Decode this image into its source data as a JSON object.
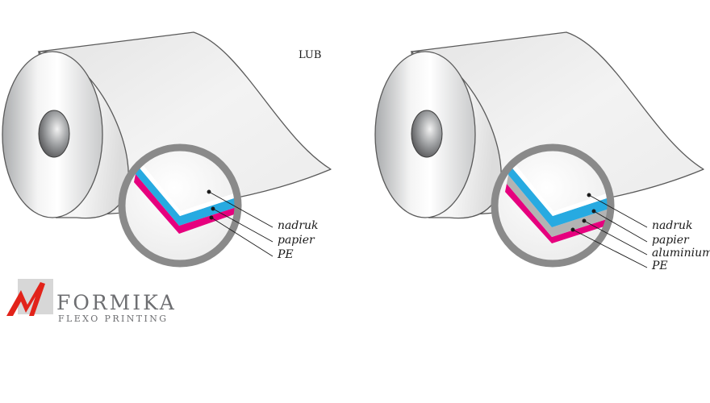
{
  "or_label": "LUB",
  "left_roll": {
    "layers": [
      {
        "label": "nadruk"
      },
      {
        "label": "papier"
      },
      {
        "label": "PE"
      }
    ]
  },
  "right_roll": {
    "layers": [
      {
        "label": "nadruk"
      },
      {
        "label": "papier"
      },
      {
        "label": "aluminium"
      },
      {
        "label": "PE"
      }
    ]
  },
  "logo": {
    "name": "FORMIKA",
    "tagline": "FLEXO PRINTING"
  },
  "colors": {
    "paper_layer": "#27aae1",
    "pe_layer": "#e6007e",
    "aluminium_layer": "#b3b3b3",
    "magnifier_ring": "#8a8a8a",
    "logo_red": "#e2231a",
    "logo_gray": "#6d6e71"
  }
}
